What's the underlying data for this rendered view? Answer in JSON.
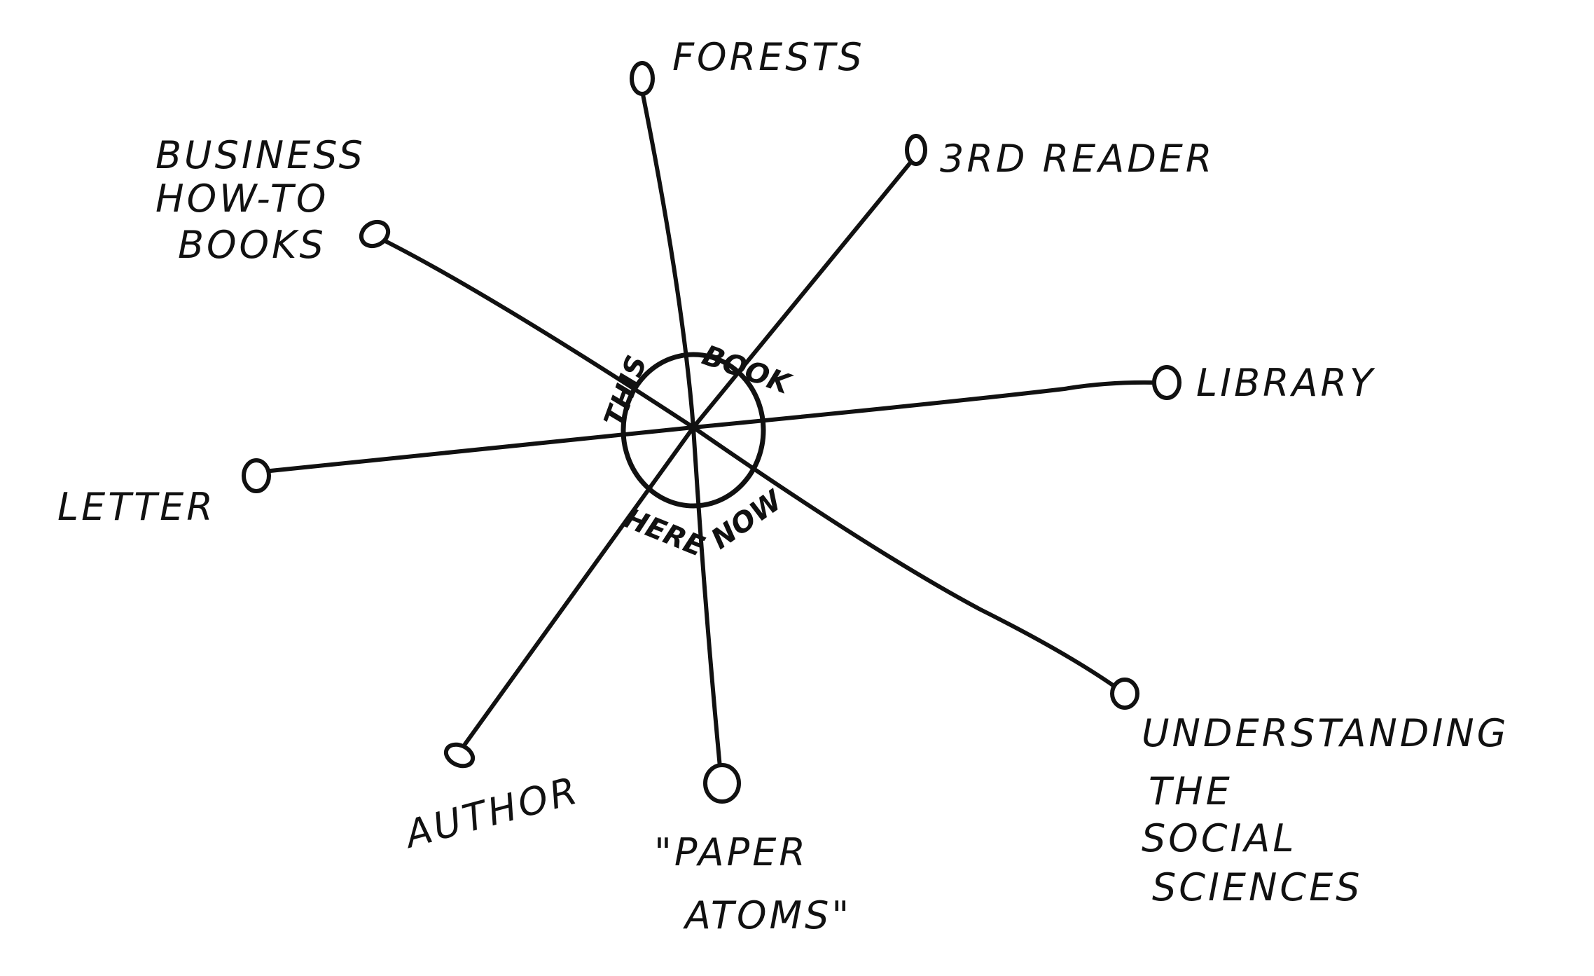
{
  "center": {
    "words": [
      "THIS",
      "BOOK",
      "HERE",
      "NOW"
    ]
  },
  "nodes": {
    "forests": "FORESTS",
    "third_reader": "3RD READER",
    "business": [
      "BUSINESS",
      "HOW-TO",
      "BOOKS"
    ],
    "library": "LIBRARY",
    "letter": "LETTER",
    "author": "AUTHOR",
    "paper_atoms": [
      "\"PAPER",
      "ATOMS\""
    ],
    "understanding": [
      "UNDERSTANDING",
      "THE",
      "SOCIAL",
      "SCIENCES"
    ]
  },
  "colors": {
    "ink": "#111111",
    "paper": "#ffffff"
  }
}
